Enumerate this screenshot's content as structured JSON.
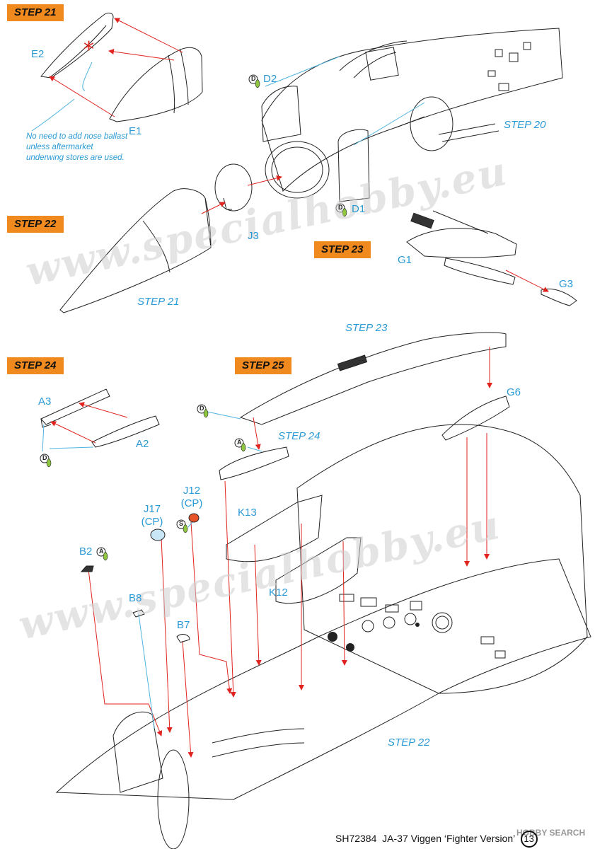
{
  "steps": {
    "s21": "STEP 21",
    "s22": "STEP 22",
    "s23": "STEP 23",
    "s24": "STEP 24",
    "s25": "STEP 25"
  },
  "step_refs": {
    "ref20": "STEP 20",
    "ref21": "STEP 21",
    "ref23": "STEP 23",
    "ref24": "STEP 24",
    "ref22": "STEP 22"
  },
  "parts": {
    "E2": "E2",
    "E1": "E1",
    "D2": "D2",
    "D1": "D1",
    "J3": "J3",
    "G1": "G1",
    "G3": "G3",
    "A3": "A3",
    "A2": "A2",
    "G6": "G6",
    "J12": "J12",
    "J12cp": "(CP)",
    "J17": "J17",
    "J17cp": "(CP)",
    "K13": "K13",
    "K12": "K12",
    "B2": "B2",
    "B8": "B8",
    "B7": "B7"
  },
  "glue_badges": {
    "d": "D",
    "a": "A",
    "s": "S"
  },
  "note": "No need to add nose ballast unless aftermarket underwing stores are used.",
  "watermark": "www.specialhobby.eu",
  "footer": {
    "code": "SH72384",
    "title": "JA-37 Viggen ‘Fighter Version’",
    "page": "13"
  },
  "stamp": "HOBBY SEARCH",
  "colors": {
    "step_tab": "#f08a1e",
    "label_blue": "#2a9ad6",
    "arrow_red": "#e0231f",
    "leader_blue": "#4fb3e0",
    "glue_green": "#8fc63f",
    "clear_part": "#c9e6f6",
    "orange_part": "#e8542a"
  }
}
